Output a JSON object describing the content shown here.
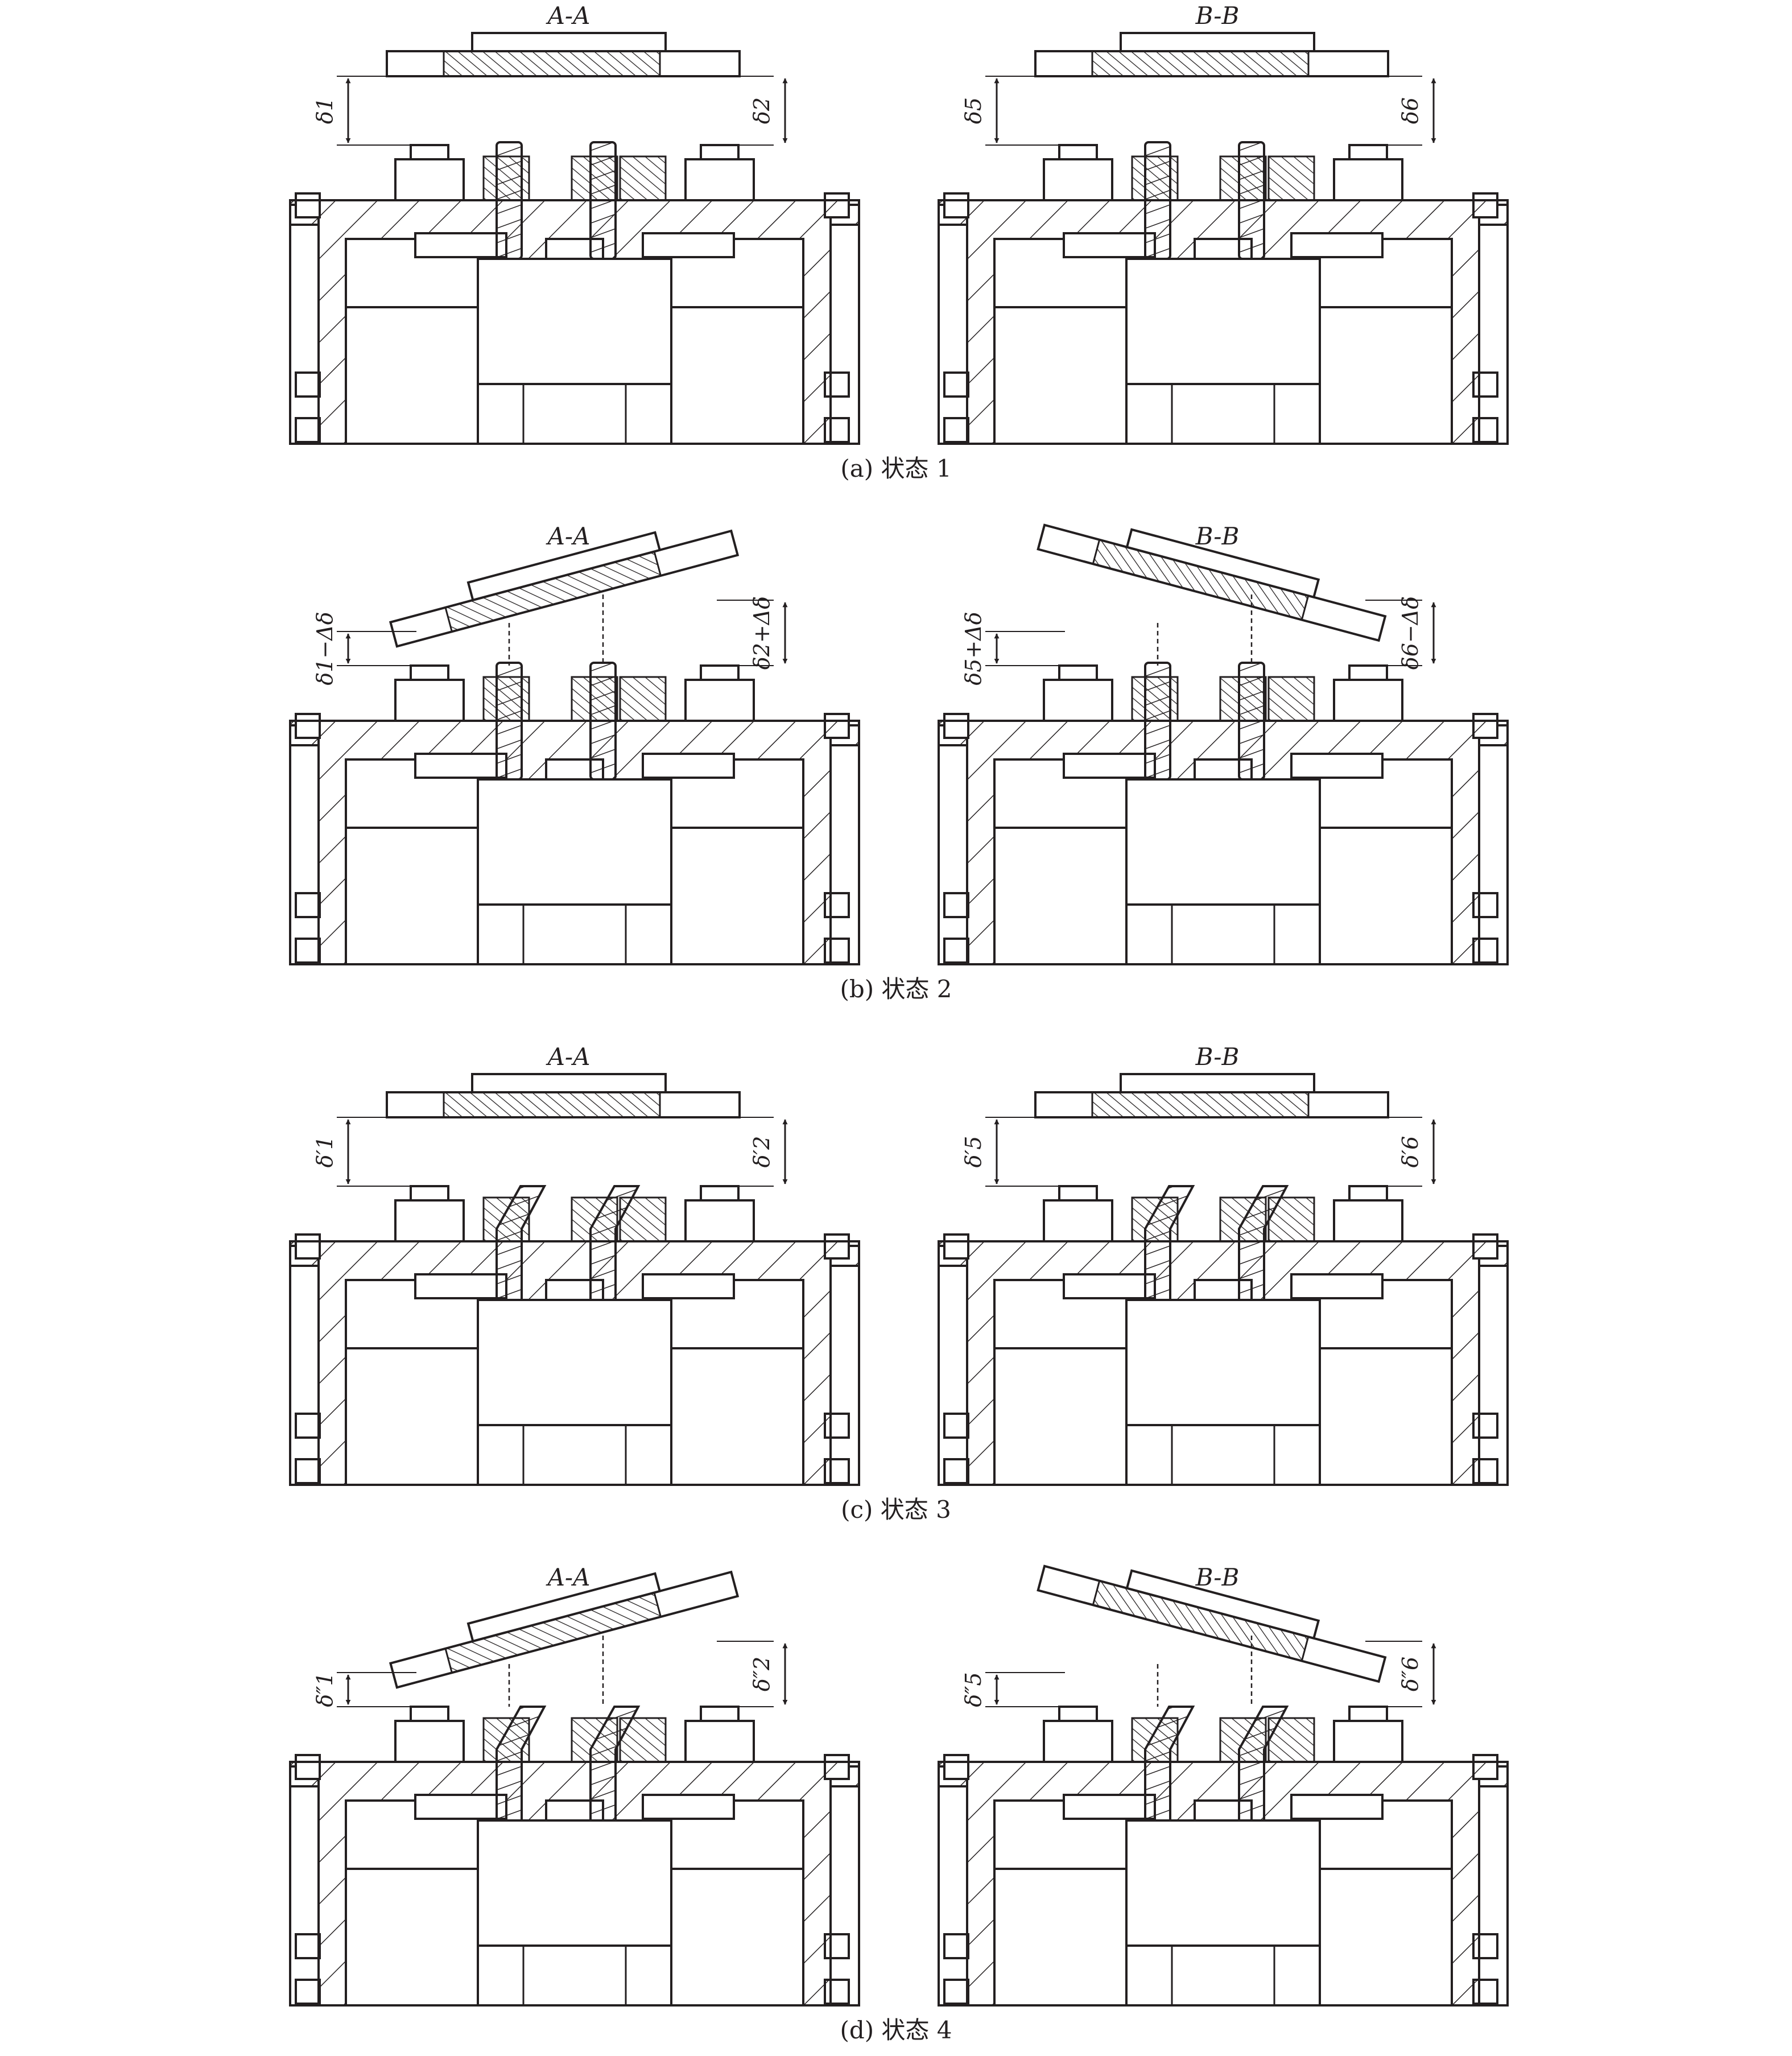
{
  "figure": {
    "panels": [
      {
        "caption": "(a) 状态 1",
        "left": {
          "title": "A-A",
          "tilt": "none",
          "bolt": "straight",
          "dim_left": "δ1",
          "dim_right": "δ2"
        },
        "right": {
          "title": "B-B",
          "tilt": "none",
          "bolt": "straight",
          "dim_left": "δ5",
          "dim_right": "δ6"
        }
      },
      {
        "caption": "(b) 状态 2",
        "left": {
          "title": "A-A",
          "tilt": "up-right",
          "bolt": "straight",
          "dim_left": "δ1−Δδ",
          "dim_right": "δ2+Δδ"
        },
        "right": {
          "title": "B-B",
          "tilt": "up-left",
          "bolt": "straight",
          "dim_left": "δ5+Δδ",
          "dim_right": "δ6−Δδ"
        }
      },
      {
        "caption": "(c) 状态 3",
        "left": {
          "title": "A-A",
          "tilt": "none",
          "bolt": "bent",
          "dim_left": "δ′1",
          "dim_right": "δ′2"
        },
        "right": {
          "title": "B-B",
          "tilt": "none",
          "bolt": "bent",
          "dim_left": "δ′5",
          "dim_right": "δ′6"
        }
      },
      {
        "caption": "(d) 状态 4",
        "left": {
          "title": "A-A",
          "tilt": "up-right",
          "bolt": "bent",
          "dim_left": "δ″1",
          "dim_right": "δ″2"
        },
        "right": {
          "title": "B-B",
          "tilt": "up-left",
          "bolt": "bent",
          "dim_left": "δ″5",
          "dim_right": "δ″6"
        }
      }
    ]
  },
  "colors": {
    "ink": "#231f20",
    "background": "#ffffff"
  }
}
